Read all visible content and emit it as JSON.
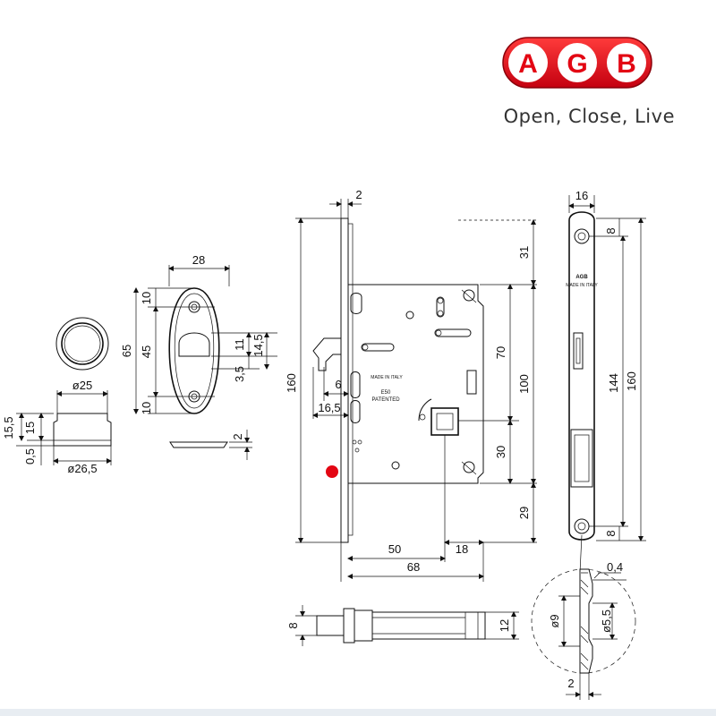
{
  "brand": {
    "logo_letters": [
      "A",
      "G",
      "B"
    ],
    "tagline": "Open, Close, Live",
    "logo_color": "#e30613"
  },
  "marker_color": "#e30613",
  "dimensions": {
    "rose_inner_diameter": "ø25",
    "rose_outer_diameter": "ø26,5",
    "rose_height": "15,5",
    "rose_body_height": "15",
    "rose_base": "0,5",
    "plate_width": "28",
    "plate_height": "65",
    "plate_hole_spacing": "45",
    "plate_top_offset": "10",
    "plate_bottom_offset": "10",
    "plate_cutout_11": "11",
    "plate_cutout_14_5": "14,5",
    "plate_cutout_3_5": "3,5",
    "plate_thickness": "2",
    "faceplate_thickness": "2",
    "case_height": "160",
    "hook_offset": "6",
    "hook_projection": "16,5",
    "top_gap": "31",
    "upper_span": "70",
    "case_span": "100",
    "lower_span": "30",
    "bottom_gap": "29",
    "backset": "50",
    "spindle_offset": "18",
    "case_depth": "68",
    "face_width": "16",
    "face_screw_top": "8",
    "face_screw_spacing": "144",
    "face_length": "160",
    "face_screw_bottom": "8",
    "strike_offset": "0,4",
    "strike_hole": "ø9",
    "strike_hole_small": "ø5,5",
    "strike_thickness": "2",
    "bolt_height": "8",
    "bolt_width": "12"
  },
  "case_markings": {
    "made_in": "MADE IN ITALY",
    "patent": "E50",
    "patented": "PATENTED"
  },
  "faceplate_markings": {
    "brand": "AGB",
    "made_in": "MADE IN ITALY"
  }
}
